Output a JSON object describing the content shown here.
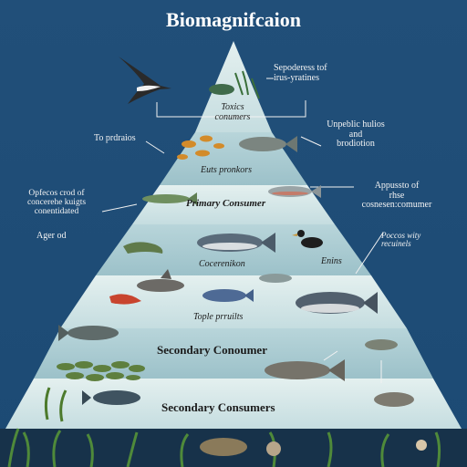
{
  "title": "Biomagnifcaion",
  "labels": {
    "top_right": "Sepoderess tof\nirus-yratines",
    "toxics": "Toxics\nconumers",
    "to_predators": "To prdraios",
    "unpeblic": "Unpeblic hulios\nand\nbrodiotion",
    "eats_pronkors": "Euts pronkors",
    "opfecos": "Opfecos crod of\nconcerehe kuigts\nconentidated",
    "primary_consumer": "Primary Consumer",
    "appusso": "Appussto of\nrhse\ncosnesen:comumer",
    "agerod": "Ager od",
    "poccos": "Poccos wity\nrecuinels",
    "cocerenikon": "Cocerenikon",
    "enins": "Enins",
    "tople": "Tople prruilts",
    "secondary_conoumer": "Secondary Conoumer",
    "secondary_consumers": "Secondary Consumers"
  },
  "colors": {
    "background": "#1f4f7a",
    "pyramid_light": "#cfe3e6",
    "pyramid_mid": "#a9c9cf",
    "pyramid_dark": "#86aeb8"
  }
}
